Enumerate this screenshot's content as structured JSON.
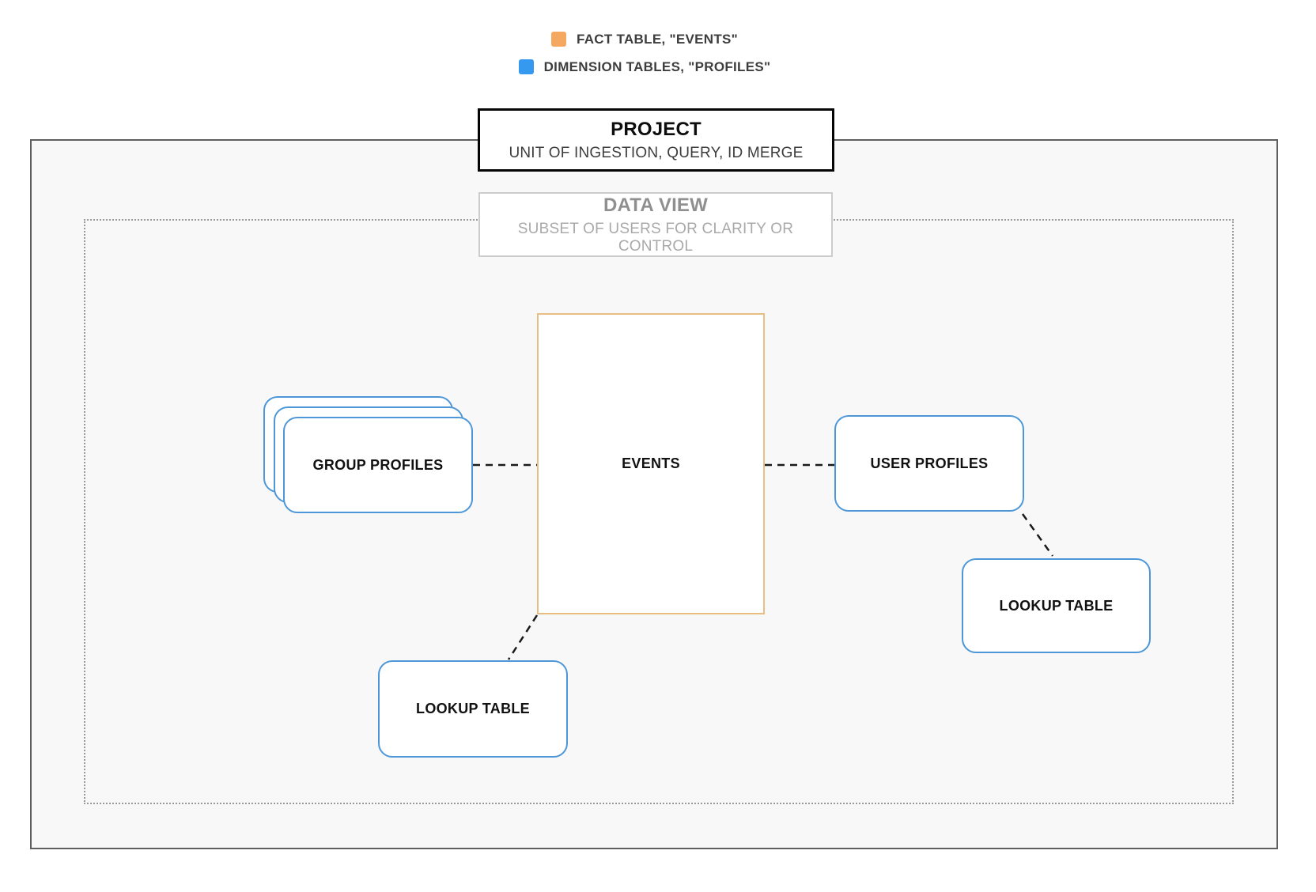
{
  "legend": {
    "items": [
      {
        "label": "FACT TABLE, \"EVENTS\"",
        "swatch_color": "#F5A85F"
      },
      {
        "label": "DIMENSION TABLES, \"PROFILES\"",
        "swatch_color": "#3699F0"
      }
    ]
  },
  "project": {
    "title": "PROJECT",
    "subtitle": "UNIT OF INGESTION, QUERY, ID MERGE"
  },
  "data_view": {
    "title": "DATA VIEW",
    "subtitle": "SUBSET OF USERS FOR CLARITY OR CONTROL"
  },
  "nodes": {
    "events": {
      "label": "EVENTS",
      "border_color": "#E9BE83"
    },
    "group_profiles": {
      "label": "GROUP PROFILES",
      "border_color": "#4D97D8"
    },
    "user_profiles": {
      "label": "USER PROFILES",
      "border_color": "#4D97D8"
    },
    "lookup_table_right": {
      "label": "LOOKUP TABLE",
      "border_color": "#4D97D8"
    },
    "lookup_table_bottom": {
      "label": "LOOKUP TABLE",
      "border_color": "#4D97D8"
    }
  },
  "colors": {
    "connector": "#1a1a1a",
    "fact_accent": "#F5A85F",
    "dimension_accent": "#3699F0",
    "project_border": "#5f5f5f",
    "dataview_border": "#999999"
  }
}
